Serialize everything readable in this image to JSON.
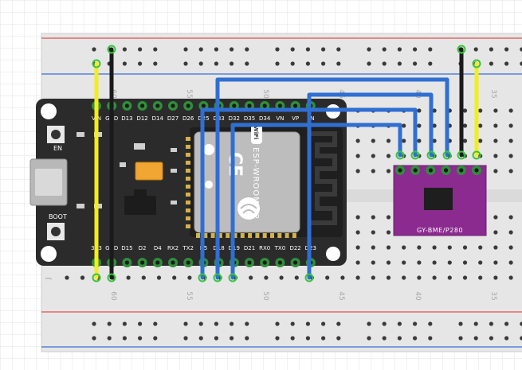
{
  "breadboard": {
    "column_numbers": [
      "60",
      "55",
      "50",
      "45",
      "40",
      "35"
    ],
    "row_letter": "J"
  },
  "esp32": {
    "top_pins": [
      "VIN",
      "GND",
      "D13",
      "D12",
      "D14",
      "D27",
      "D26",
      "D25",
      "D33",
      "D32",
      "D35",
      "D34",
      "VN",
      "VP",
      "EN"
    ],
    "bottom_pins": [
      "3V3",
      "GND",
      "D15",
      "D2",
      "D4",
      "RX2",
      "TX2",
      "D5",
      "D18",
      "D19",
      "D21",
      "RX0",
      "TX0",
      "D22",
      "D23"
    ],
    "en_label": "EN",
    "boot_label": "BOOT",
    "module_label": "ESP-WROOM-32",
    "wifi_label": "WiFi",
    "ce_label": "CE"
  },
  "sensor": {
    "label": "GY-BME/P280"
  },
  "wire_colors": {
    "power": "#f2ee1d",
    "ground": "#1a1a1a",
    "signal": "#2f6fd2"
  }
}
